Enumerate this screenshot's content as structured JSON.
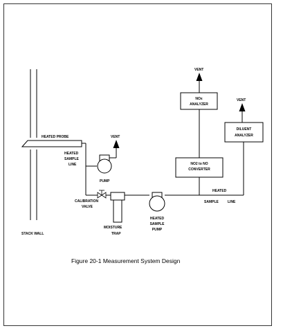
{
  "labels": {
    "vent_top": "VENT",
    "nox_line1": "NOx",
    "nox_line2": "ANALYZER",
    "vent_right": "VENT",
    "diluent_line1": "DILUENT",
    "diluent_line2": "ANALYZER",
    "vent_pump": "VENT",
    "heated_probe": "HEATED PROBE",
    "heated_sample_line_1": "HEATED",
    "heated_sample_line_2": "SAMPLE",
    "heated_sample_line_3": "LINE",
    "pump": "PUMP",
    "no2_line1": "NO2 to NO",
    "no2_line2": "CONVERTER",
    "heated_right": "HEATED",
    "sample_right": "SAMPLE",
    "line_right": "LINE",
    "calibration_1": "CALIBRATION",
    "calibration_2": "VALVE",
    "moisture_1": "MOISTURE",
    "moisture_2": "TRAP",
    "heated_pump_1": "HEATED",
    "heated_pump_2": "SAMPLE",
    "heated_pump_3": "PUMP",
    "stack_wall": "STACK WALL"
  },
  "caption": "Figure 20-1 Measurement System Design"
}
